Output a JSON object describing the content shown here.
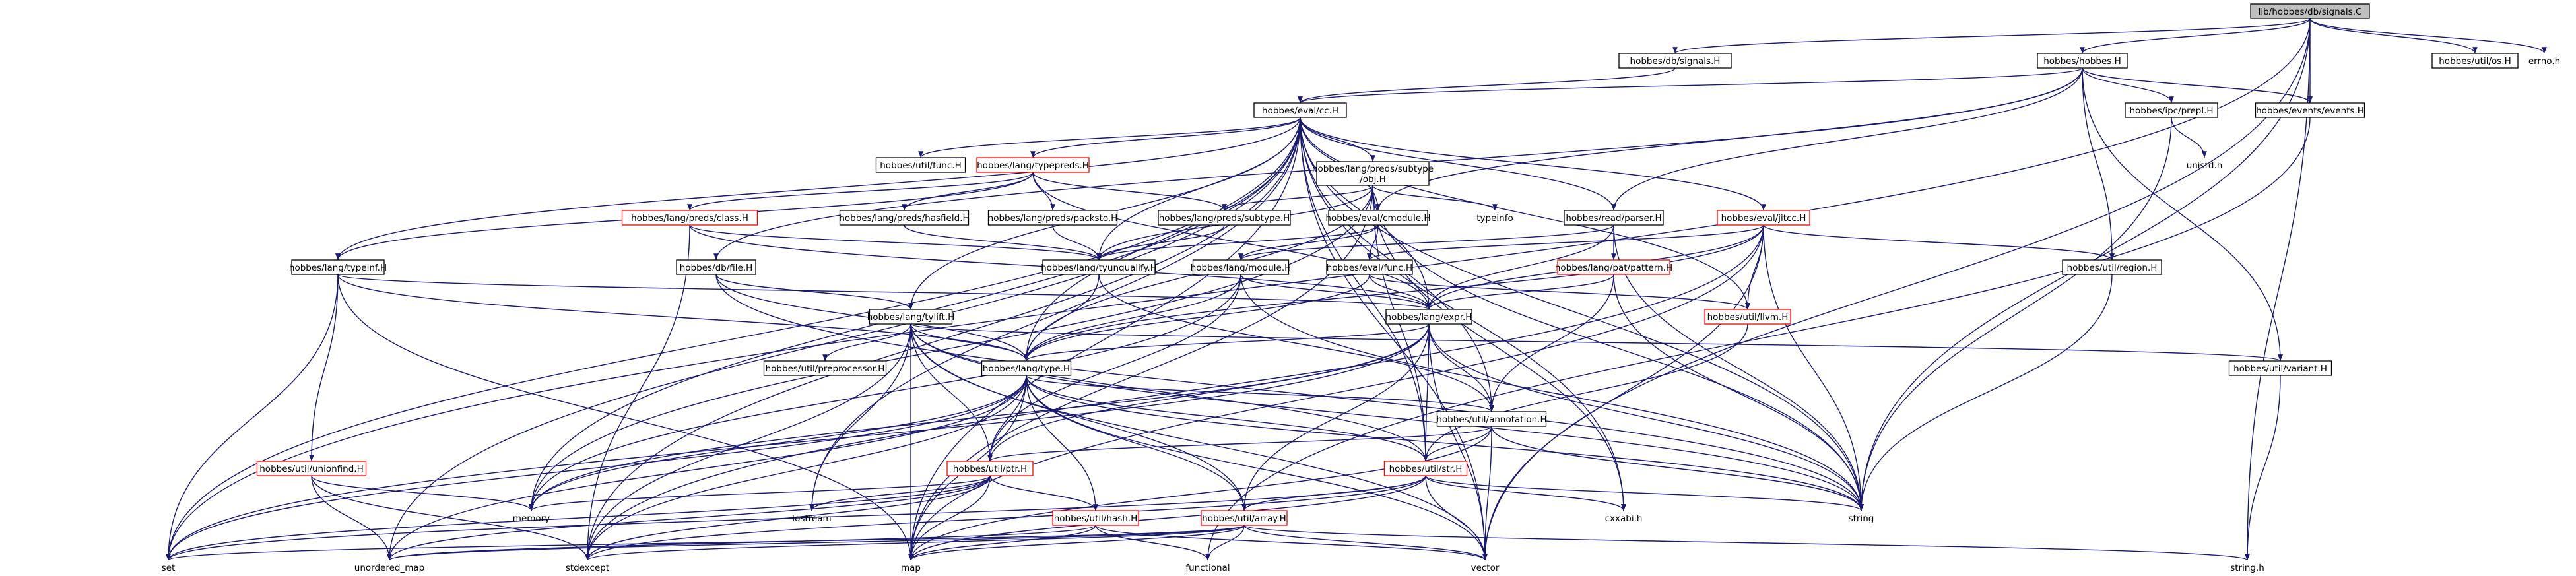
{
  "colors": {
    "edge": "#191970",
    "node_border_normal": "#000000",
    "node_border_incomplete": "#ff0000",
    "root_fill": "#bfbfbf",
    "node_fill": "#ffffff"
  },
  "nodes": [
    {
      "id": "root",
      "label": "lib/hobbes/db/signals.C",
      "root": true
    },
    {
      "id": "dbsignals",
      "label": "hobbes/db/signals.H"
    },
    {
      "id": "hobbes",
      "label": "hobbes/hobbes.H"
    },
    {
      "id": "utilos",
      "label": "hobbes/util/os.H"
    },
    {
      "id": "errno",
      "label": "errno.h",
      "plain": true
    },
    {
      "id": "evalcc",
      "label": "hobbes/eval/cc.H"
    },
    {
      "id": "ipcprepl",
      "label": "hobbes/ipc/prepl.H"
    },
    {
      "id": "events",
      "label": "hobbes/events/events.H"
    },
    {
      "id": "unistd",
      "label": "unistd.h",
      "plain": true
    },
    {
      "id": "utilfunc",
      "label": "hobbes/util/func.H"
    },
    {
      "id": "typepreds",
      "label": "hobbes/lang/typepreds.H",
      "red": true
    },
    {
      "id": "subtypeobj",
      "label": "hobbes/lang/preds/subtype\n/obj.H"
    },
    {
      "id": "predsclass",
      "label": "hobbes/lang/preds/class.H",
      "red": true
    },
    {
      "id": "hasfield",
      "label": "hobbes/lang/preds/hasfield.H"
    },
    {
      "id": "packsto",
      "label": "hobbes/lang/preds/packsto.H"
    },
    {
      "id": "predssubtype",
      "label": "hobbes/lang/preds/subtype.H"
    },
    {
      "id": "typeinfo",
      "label": "typeinfo",
      "plain": true
    },
    {
      "id": "cmodule",
      "label": "hobbes/eval/cmodule.H"
    },
    {
      "id": "readparser",
      "label": "hobbes/read/parser.H"
    },
    {
      "id": "jitcc",
      "label": "hobbes/eval/jitcc.H",
      "red": true
    },
    {
      "id": "typeinf",
      "label": "hobbes/lang/typeinf.H"
    },
    {
      "id": "tyunqualify",
      "label": "hobbes/lang/tyunqualify.H"
    },
    {
      "id": "dbfile",
      "label": "hobbes/db/file.H"
    },
    {
      "id": "langmodule",
      "label": "hobbes/lang/module.H"
    },
    {
      "id": "evalfunc",
      "label": "hobbes/eval/func.H"
    },
    {
      "id": "patpattern",
      "label": "hobbes/lang/pat/pattern.H",
      "red": true
    },
    {
      "id": "region",
      "label": "hobbes/util/region.H"
    },
    {
      "id": "tylift",
      "label": "hobbes/lang/tylift.H"
    },
    {
      "id": "expr",
      "label": "hobbes/lang/expr.H"
    },
    {
      "id": "llvm",
      "label": "hobbes/util/llvm.H",
      "red": true
    },
    {
      "id": "preprocessor",
      "label": "hobbes/util/preprocessor.H"
    },
    {
      "id": "langtype",
      "label": "hobbes/lang/type.H"
    },
    {
      "id": "variant",
      "label": "hobbes/util/variant.H"
    },
    {
      "id": "unionfind",
      "label": "hobbes/util/unionfind.H",
      "red": true
    },
    {
      "id": "annotation",
      "label": "hobbes/util/annotation.H"
    },
    {
      "id": "ptr",
      "label": "hobbes/util/ptr.H",
      "red": true
    },
    {
      "id": "str",
      "label": "hobbes/util/str.H",
      "red": true
    },
    {
      "id": "hash",
      "label": "hobbes/util/hash.H",
      "red": true
    },
    {
      "id": "array",
      "label": "hobbes/util/array.H",
      "red": true
    },
    {
      "id": "memory",
      "label": "memory",
      "plain": true
    },
    {
      "id": "iostream",
      "label": "iostream",
      "plain": true
    },
    {
      "id": "cxxabi",
      "label": "cxxabi.h",
      "plain": true
    },
    {
      "id": "string",
      "label": "string",
      "plain": true
    },
    {
      "id": "set",
      "label": "set",
      "plain": true
    },
    {
      "id": "unordered_map",
      "label": "unordered_map",
      "plain": true
    },
    {
      "id": "stdexcept",
      "label": "stdexcept",
      "plain": true
    },
    {
      "id": "map",
      "label": "map",
      "plain": true
    },
    {
      "id": "functional",
      "label": "functional",
      "plain": true
    },
    {
      "id": "vector",
      "label": "vector",
      "plain": true
    },
    {
      "id": "stringh",
      "label": "string.h",
      "plain": true
    }
  ],
  "edges": [
    [
      "root",
      "dbsignals"
    ],
    [
      "root",
      "hobbes"
    ],
    [
      "root",
      "utilos"
    ],
    [
      "root",
      "errno"
    ],
    [
      "root",
      "events"
    ],
    [
      "root",
      "set"
    ],
    [
      "root",
      "vector"
    ],
    [
      "root",
      "stringh"
    ],
    [
      "root",
      "string"
    ],
    [
      "dbsignals",
      "evalcc"
    ],
    [
      "hobbes",
      "evalcc"
    ],
    [
      "hobbes",
      "ipcprepl"
    ],
    [
      "hobbes",
      "events"
    ],
    [
      "hobbes",
      "readparser"
    ],
    [
      "hobbes",
      "cmodule"
    ],
    [
      "hobbes",
      "region"
    ],
    [
      "hobbes",
      "variant"
    ],
    [
      "hobbes",
      "dbfile"
    ],
    [
      "ipcprepl",
      "unistd"
    ],
    [
      "ipcprepl",
      "string"
    ],
    [
      "events",
      "functional"
    ],
    [
      "evalcc",
      "utilfunc"
    ],
    [
      "evalcc",
      "typepreds"
    ],
    [
      "evalcc",
      "subtypeobj"
    ],
    [
      "evalcc",
      "cmodule"
    ],
    [
      "evalcc",
      "readparser"
    ],
    [
      "evalcc",
      "jitcc"
    ],
    [
      "evalcc",
      "typeinf"
    ],
    [
      "evalcc",
      "tyunqualify"
    ],
    [
      "evalcc",
      "expr"
    ],
    [
      "evalcc",
      "langtype"
    ],
    [
      "evalcc",
      "tylift"
    ],
    [
      "evalcc",
      "llvm"
    ],
    [
      "evalcc",
      "str"
    ],
    [
      "evalcc",
      "memory"
    ],
    [
      "evalcc",
      "iostream"
    ],
    [
      "evalcc",
      "map"
    ],
    [
      "evalcc",
      "unordered_map"
    ],
    [
      "evalcc",
      "set"
    ],
    [
      "evalcc",
      "stdexcept"
    ],
    [
      "evalcc",
      "string"
    ],
    [
      "evalcc",
      "vector"
    ],
    [
      "evalcc",
      "cxxabi"
    ],
    [
      "evalcc",
      "annotation"
    ],
    [
      "typepreds",
      "predsclass"
    ],
    [
      "typepreds",
      "hasfield"
    ],
    [
      "typepreds",
      "packsto"
    ],
    [
      "typepreds",
      "predssubtype"
    ],
    [
      "typepreds",
      "typeinf"
    ],
    [
      "typepreds",
      "expr"
    ],
    [
      "subtypeobj",
      "predssubtype"
    ],
    [
      "subtypeobj",
      "typeinfo"
    ],
    [
      "subtypeobj",
      "tyunqualify"
    ],
    [
      "subtypeobj",
      "langtype"
    ],
    [
      "subtypeobj",
      "map"
    ],
    [
      "subtypeobj",
      "string"
    ],
    [
      "subtypeobj",
      "cxxabi"
    ],
    [
      "subtypeobj",
      "str"
    ],
    [
      "subtypeobj",
      "memory"
    ],
    [
      "predsclass",
      "tyunqualify"
    ],
    [
      "predsclass",
      "expr"
    ],
    [
      "predsclass",
      "stdexcept"
    ],
    [
      "hasfield",
      "tyunqualify"
    ],
    [
      "packsto",
      "tyunqualify"
    ],
    [
      "predssubtype",
      "tyunqualify"
    ],
    [
      "cmodule",
      "langmodule"
    ],
    [
      "cmodule",
      "evalfunc"
    ],
    [
      "cmodule",
      "tyunqualify"
    ],
    [
      "readparser",
      "langmodule"
    ],
    [
      "readparser",
      "expr"
    ],
    [
      "readparser",
      "patpattern"
    ],
    [
      "readparser",
      "string"
    ],
    [
      "jitcc",
      "evalfunc"
    ],
    [
      "jitcc",
      "region"
    ],
    [
      "jitcc",
      "llvm"
    ],
    [
      "jitcc",
      "expr"
    ],
    [
      "jitcc",
      "langtype"
    ],
    [
      "jitcc",
      "string"
    ],
    [
      "jitcc",
      "vector"
    ],
    [
      "jitcc",
      "map"
    ],
    [
      "jitcc",
      "stdexcept"
    ],
    [
      "typeinf",
      "langtype"
    ],
    [
      "typeinf",
      "expr"
    ],
    [
      "typeinf",
      "unionfind"
    ],
    [
      "typeinf",
      "set"
    ],
    [
      "typeinf",
      "map"
    ],
    [
      "tyunqualify",
      "langtype"
    ],
    [
      "tyunqualify",
      "annotation"
    ],
    [
      "dbfile",
      "tylift"
    ],
    [
      "dbfile",
      "langtype"
    ],
    [
      "dbfile",
      "string"
    ],
    [
      "langmodule",
      "expr"
    ],
    [
      "langmodule",
      "langtype"
    ],
    [
      "langmodule",
      "ptr"
    ],
    [
      "langmodule",
      "string"
    ],
    [
      "langmodule",
      "memory"
    ],
    [
      "evalfunc",
      "expr"
    ],
    [
      "evalfunc",
      "langtype"
    ],
    [
      "evalfunc",
      "llvm"
    ],
    [
      "patpattern",
      "expr"
    ],
    [
      "patpattern",
      "annotation"
    ],
    [
      "patpattern",
      "string"
    ],
    [
      "region",
      "string"
    ],
    [
      "tylift",
      "langtype"
    ],
    [
      "tylift",
      "preprocessor"
    ],
    [
      "tylift",
      "ptr"
    ],
    [
      "tylift",
      "array"
    ],
    [
      "tylift",
      "str"
    ],
    [
      "tylift",
      "map"
    ],
    [
      "tylift",
      "stdexcept"
    ],
    [
      "tylift",
      "string"
    ],
    [
      "tylift",
      "vector"
    ],
    [
      "tylift",
      "variant"
    ],
    [
      "tylift",
      "iostream"
    ],
    [
      "expr",
      "langtype"
    ],
    [
      "expr",
      "annotation"
    ],
    [
      "expr",
      "array"
    ],
    [
      "expr",
      "str"
    ],
    [
      "expr",
      "ptr"
    ],
    [
      "expr",
      "memory"
    ],
    [
      "expr",
      "set"
    ],
    [
      "expr",
      "string"
    ],
    [
      "expr",
      "vector"
    ],
    [
      "llvm",
      "str"
    ],
    [
      "langtype",
      "ptr"
    ],
    [
      "langtype",
      "array"
    ],
    [
      "langtype",
      "str"
    ],
    [
      "langtype",
      "hash"
    ],
    [
      "langtype",
      "annotation"
    ],
    [
      "langtype",
      "map"
    ],
    [
      "langtype",
      "memory"
    ],
    [
      "langtype",
      "set"
    ],
    [
      "langtype",
      "stdexcept"
    ],
    [
      "langtype",
      "string"
    ],
    [
      "langtype",
      "vector"
    ],
    [
      "langtype",
      "unordered_map"
    ],
    [
      "variant",
      "stringh"
    ],
    [
      "unionfind",
      "memory"
    ],
    [
      "unionfind",
      "unordered_map"
    ],
    [
      "unionfind",
      "stdexcept"
    ],
    [
      "annotation",
      "str"
    ],
    [
      "annotation",
      "ptr"
    ],
    [
      "annotation",
      "string"
    ],
    [
      "annotation",
      "vector"
    ],
    [
      "annotation",
      "map"
    ],
    [
      "ptr",
      "hash"
    ],
    [
      "ptr",
      "memory"
    ],
    [
      "ptr",
      "map"
    ],
    [
      "ptr",
      "set"
    ],
    [
      "ptr",
      "stdexcept"
    ],
    [
      "ptr",
      "unordered_map"
    ],
    [
      "ptr",
      "iostream"
    ],
    [
      "str",
      "array"
    ],
    [
      "str",
      "string"
    ],
    [
      "str",
      "vector"
    ],
    [
      "str",
      "cxxabi"
    ],
    [
      "str",
      "map"
    ],
    [
      "str",
      "set"
    ],
    [
      "str",
      "stdexcept"
    ],
    [
      "hash",
      "functional"
    ],
    [
      "hash",
      "map"
    ],
    [
      "hash",
      "vector"
    ],
    [
      "hash",
      "unordered_map"
    ],
    [
      "array",
      "map"
    ],
    [
      "array",
      "vector"
    ],
    [
      "array",
      "set"
    ],
    [
      "array",
      "stdexcept"
    ],
    [
      "array",
      "functional"
    ],
    [
      "array",
      "unordered_map"
    ],
    [
      "array",
      "stringh"
    ]
  ]
}
